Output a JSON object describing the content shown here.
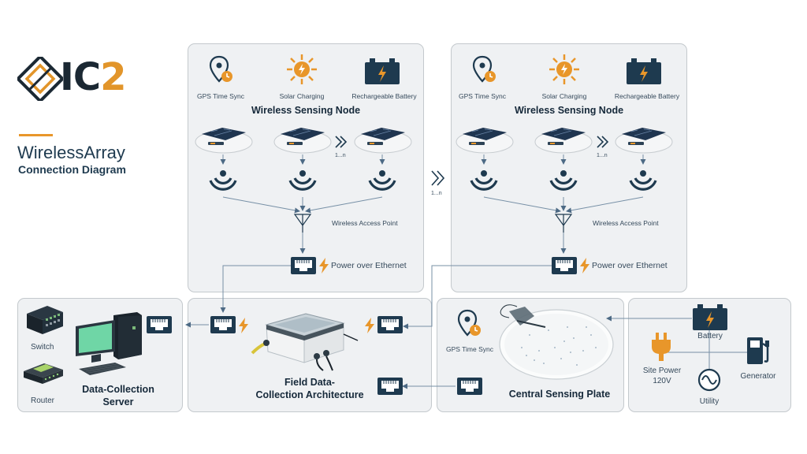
{
  "logo": {
    "text_main": "IC",
    "text_accent": "2"
  },
  "title": {
    "line1": "WirelessArray",
    "line2": "Connection Diagram"
  },
  "node_left": {
    "gps_label": "GPS Time Sync",
    "solar_label": "Solar Charging",
    "battery_label": "Rechargeable Battery",
    "title": "Wireless Sensing Node",
    "count_label": "1...n",
    "ap_label": "Wireless Access Point",
    "poe_label": "Power over Ethernet"
  },
  "node_right": {
    "gps_label": "GPS Time Sync",
    "solar_label": "Solar Charging",
    "battery_label": "Rechargeable Battery",
    "title": "Wireless Sensing Node",
    "count_label": "1...n",
    "ap_label": "Wireless Access Point",
    "poe_label": "Power over Ethernet"
  },
  "between_nodes_count": "1...n",
  "server_panel": {
    "switch_label": "Switch",
    "router_label": "Router",
    "title_line1": "Data-Collection",
    "title_line2": "Server"
  },
  "field_panel": {
    "title_line1": "Field Data-",
    "title_line2": "Collection Architecture"
  },
  "plate_panel": {
    "gps_label": "GPS Time Sync",
    "title": "Central Sensing Plate"
  },
  "power_panel": {
    "battery_label": "Battery",
    "site_power_line1": "Site Power",
    "site_power_line2": "120V",
    "generator_label": "Generator",
    "utility_label": "Utility"
  },
  "colors": {
    "accent": "#e8962a",
    "navy": "#1e3a4f",
    "panel_bg": "#eff1f3",
    "panel_border": "#c4c9cd",
    "line": "#7790a6"
  }
}
